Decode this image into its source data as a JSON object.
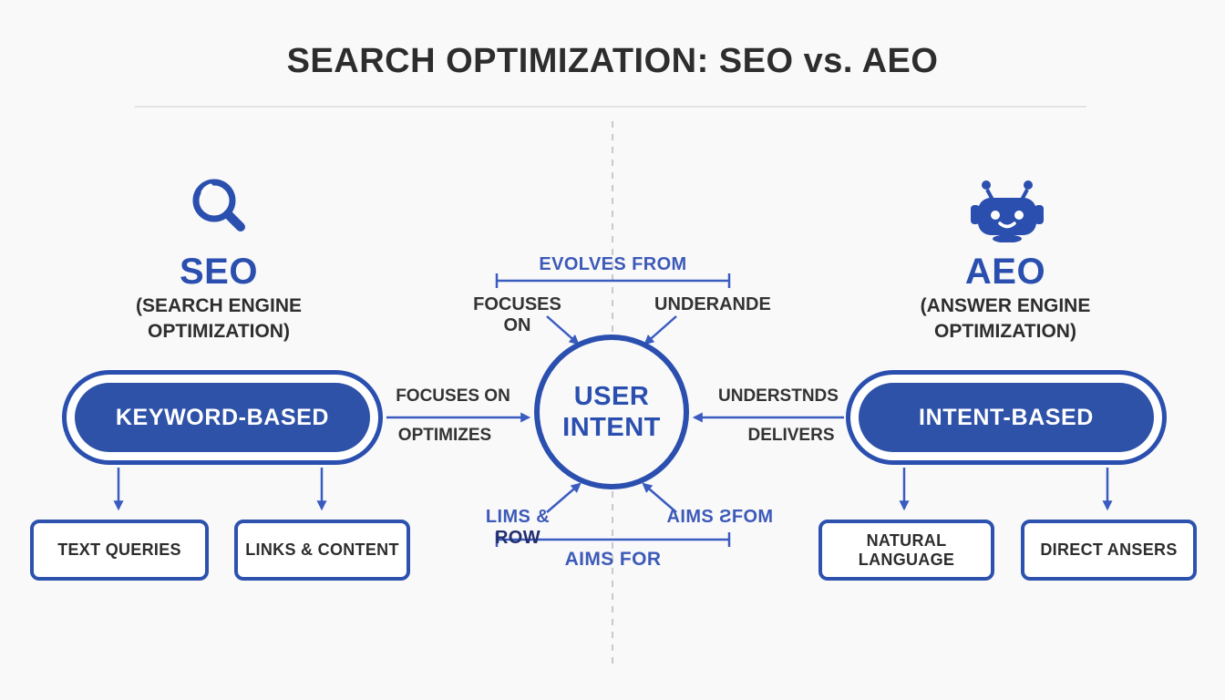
{
  "title": "SEARCH OPTIMIZATION: SEO vs. AEO",
  "colors": {
    "accent_blue": "#2a4fae",
    "pill_fill": "#2e52a8",
    "arrow_blue": "#3a5cc0",
    "label_blue": "#3d5ab8",
    "dark_text": "#2d2d2d",
    "navy_dark": "#232e6e",
    "bg": "#f9f9fa",
    "divider": "#e3e3e5",
    "dash": "#c9c9d0"
  },
  "left": {
    "icon": "magnifier-icon",
    "acronym": "SEO",
    "subtitle_line1": "(SEARCH ENGINE",
    "subtitle_line2": "OPTIMIZATION)",
    "pill": "KEYWORD-BASED",
    "arrow_label_top": "FOCUSES ON",
    "arrow_label_bottom": "OPTIMIZES",
    "boxes": [
      "TEXT QUERIES",
      "LINKS & CONTENT"
    ]
  },
  "right": {
    "icon": "robot-icon",
    "acronym": "AEO",
    "subtitle_line1": "(ANSWER ENGINE",
    "subtitle_line2": "OPTIMIZATION)",
    "pill": "INTENT-BASED",
    "arrow_label_top": "UNDERSTNDS",
    "arrow_label_bottom": "DELIVERS",
    "boxes": [
      "NATURAL LANGUAGE",
      "DIRECT ANSERS"
    ]
  },
  "center": {
    "circle_line1": "USER",
    "circle_line2": "INTENT",
    "top_bracket_label": "EVOLVES FROM",
    "top_left_label": "FOCUSES ON",
    "top_right_label": "UNDERANDE",
    "bottom_left_label_blue": "LIMS &",
    "bottom_left_label_dark": "ROW",
    "bottom_right_label": "AIMS ƧFOM",
    "bottom_bracket_label": "AIMS FOR"
  }
}
